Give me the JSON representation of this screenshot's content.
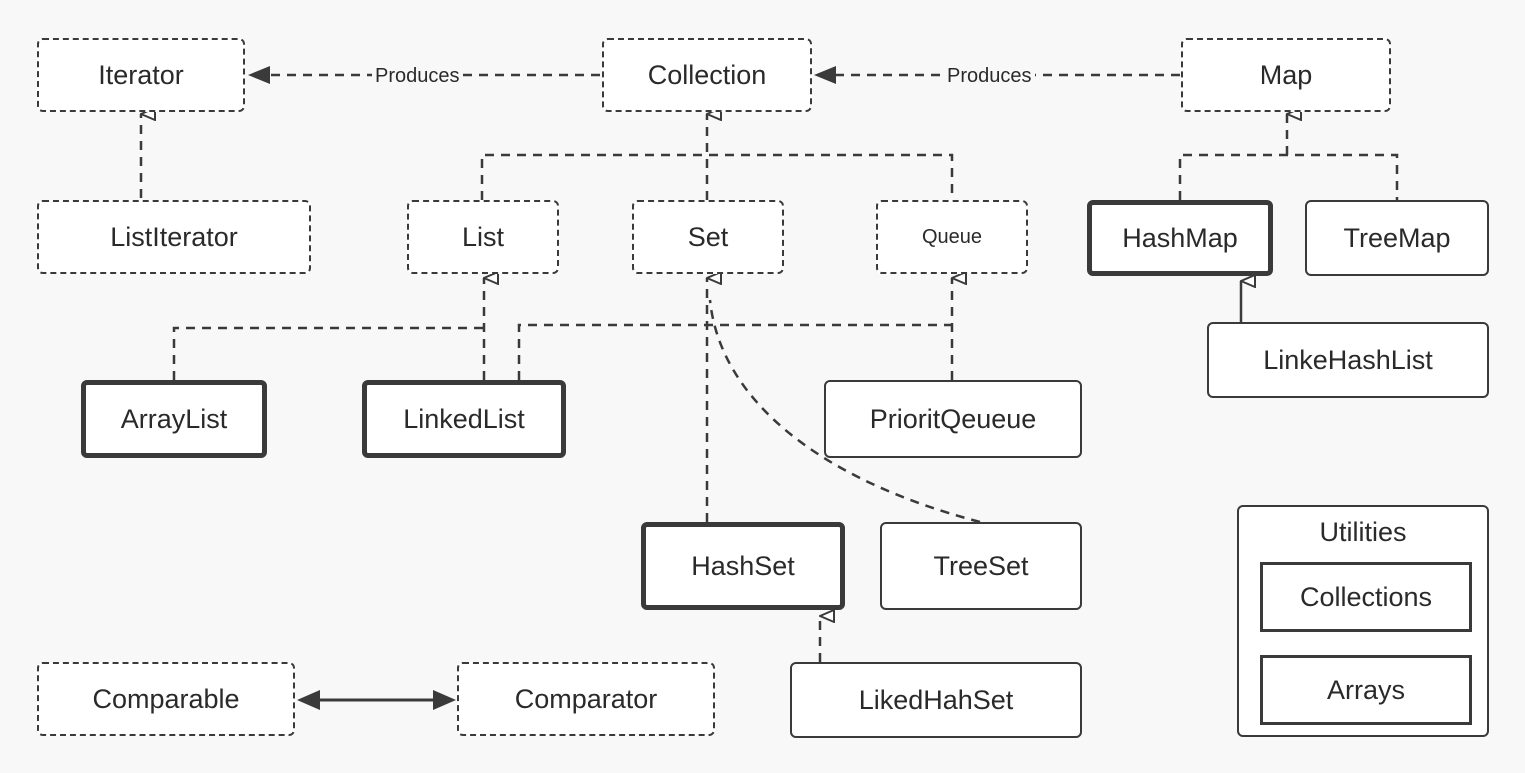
{
  "diagram": {
    "nodes": {
      "iterator": "Iterator",
      "collection": "Collection",
      "map": "Map",
      "list_iterator": "ListIterator",
      "list": "List",
      "set": "Set",
      "queue": "Queue",
      "hash_map": "HashMap",
      "tree_map": "TreeMap",
      "linke_hash_list": "LinkeHashList",
      "array_list": "ArrayList",
      "linked_list": "LinkedList",
      "priorit_qeueue": "PrioritQeueue",
      "hash_set": "HashSet",
      "tree_set": "TreeSet",
      "liked_hah_set": "LikedHahSet",
      "comparable": "Comparable",
      "comparator": "Comparator"
    },
    "edge_labels": {
      "collection_produces_iterator": "Produces",
      "map_produces_collection": "Produces"
    },
    "utilities": {
      "title": "Utilities",
      "items": [
        "Collections",
        "Arrays"
      ]
    },
    "colors": {
      "background": "#f8f8f8",
      "stroke": "#3a3a3a",
      "text": "#2a2a2a"
    }
  }
}
